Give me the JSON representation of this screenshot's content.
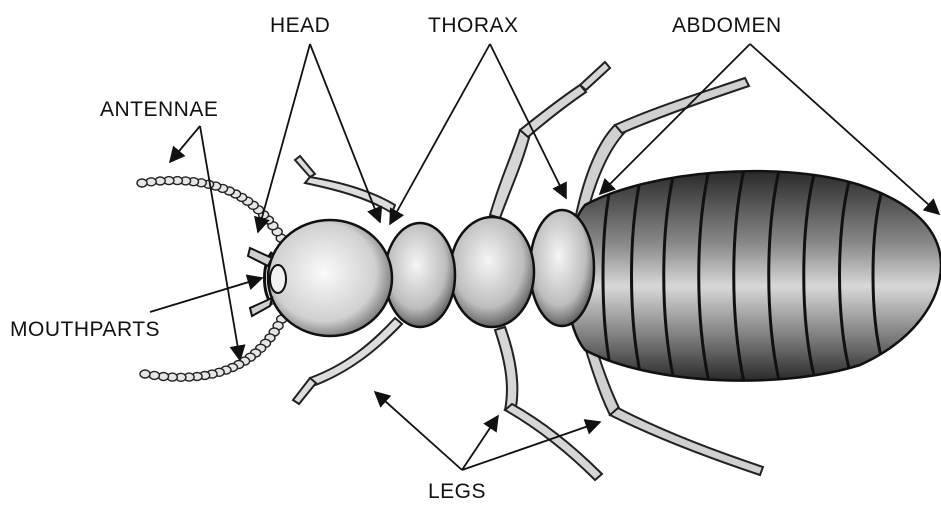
{
  "labels": {
    "head": "HEAD",
    "thorax": "THORAX",
    "abdomen": "ABDOMEN",
    "antennae": "ANTENNAE",
    "mouthparts": "MOUTHPARTS",
    "legs": "LEGS"
  },
  "colors": {
    "background": "#ffffff",
    "ink": "#111111",
    "body_light": "#efefef",
    "body_mid": "#bdbdbd",
    "body_dark": "#3a3a3a"
  }
}
